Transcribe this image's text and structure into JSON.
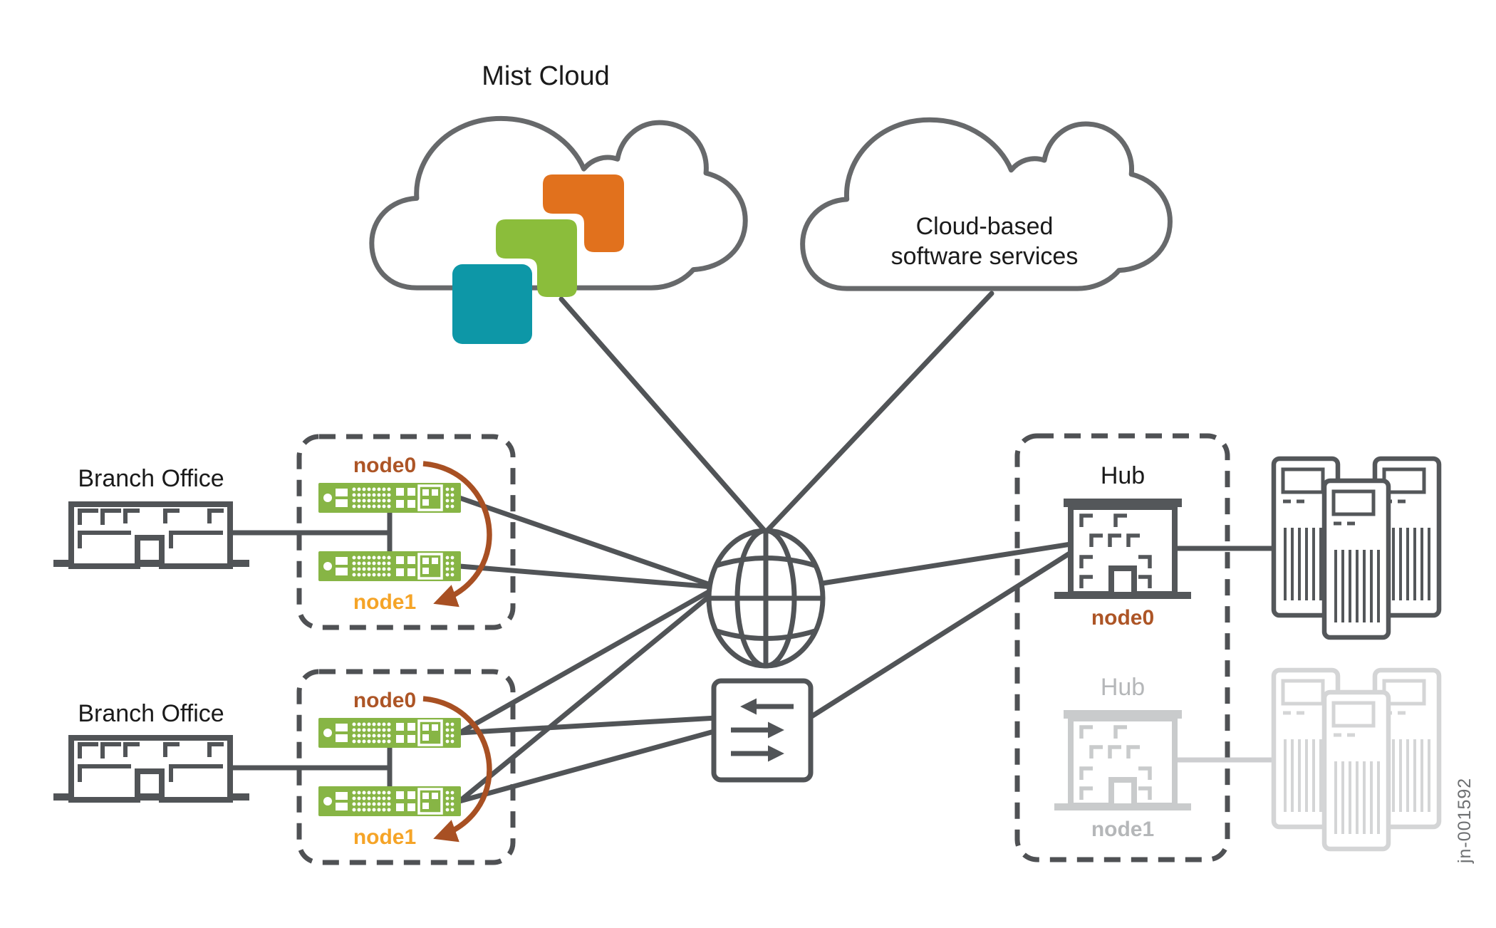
{
  "figure_id": "jn-001592",
  "mist_cloud": {
    "label": "Mist Cloud"
  },
  "services_cloud": {
    "line1": "Cloud-based",
    "line2": "software services"
  },
  "branch_offices": [
    {
      "label": "Branch Office",
      "node0": "node0",
      "node1": "node1"
    },
    {
      "label": "Branch Office",
      "node0": "node0",
      "node1": "node1"
    }
  ],
  "hubs": [
    {
      "label": "Hub",
      "node": "node0",
      "state": "active"
    },
    {
      "label": "Hub",
      "node": "node1",
      "state": "standby"
    }
  ],
  "colors": {
    "line_gray": "#515457",
    "cloud_gray": "#67696b",
    "device_green": "#87b545",
    "mist_logo_orange": "#e1711d",
    "mist_logo_green": "#8bbd3b",
    "mist_logo_teal": "#0d97a7",
    "node0_brown": "#ad5526",
    "node1_amber": "#f5a427",
    "failover_arrow_brown": "#a85023",
    "inactive_gray": "#c9cbcc",
    "inactive_text_gray": "#b5b7b9"
  }
}
